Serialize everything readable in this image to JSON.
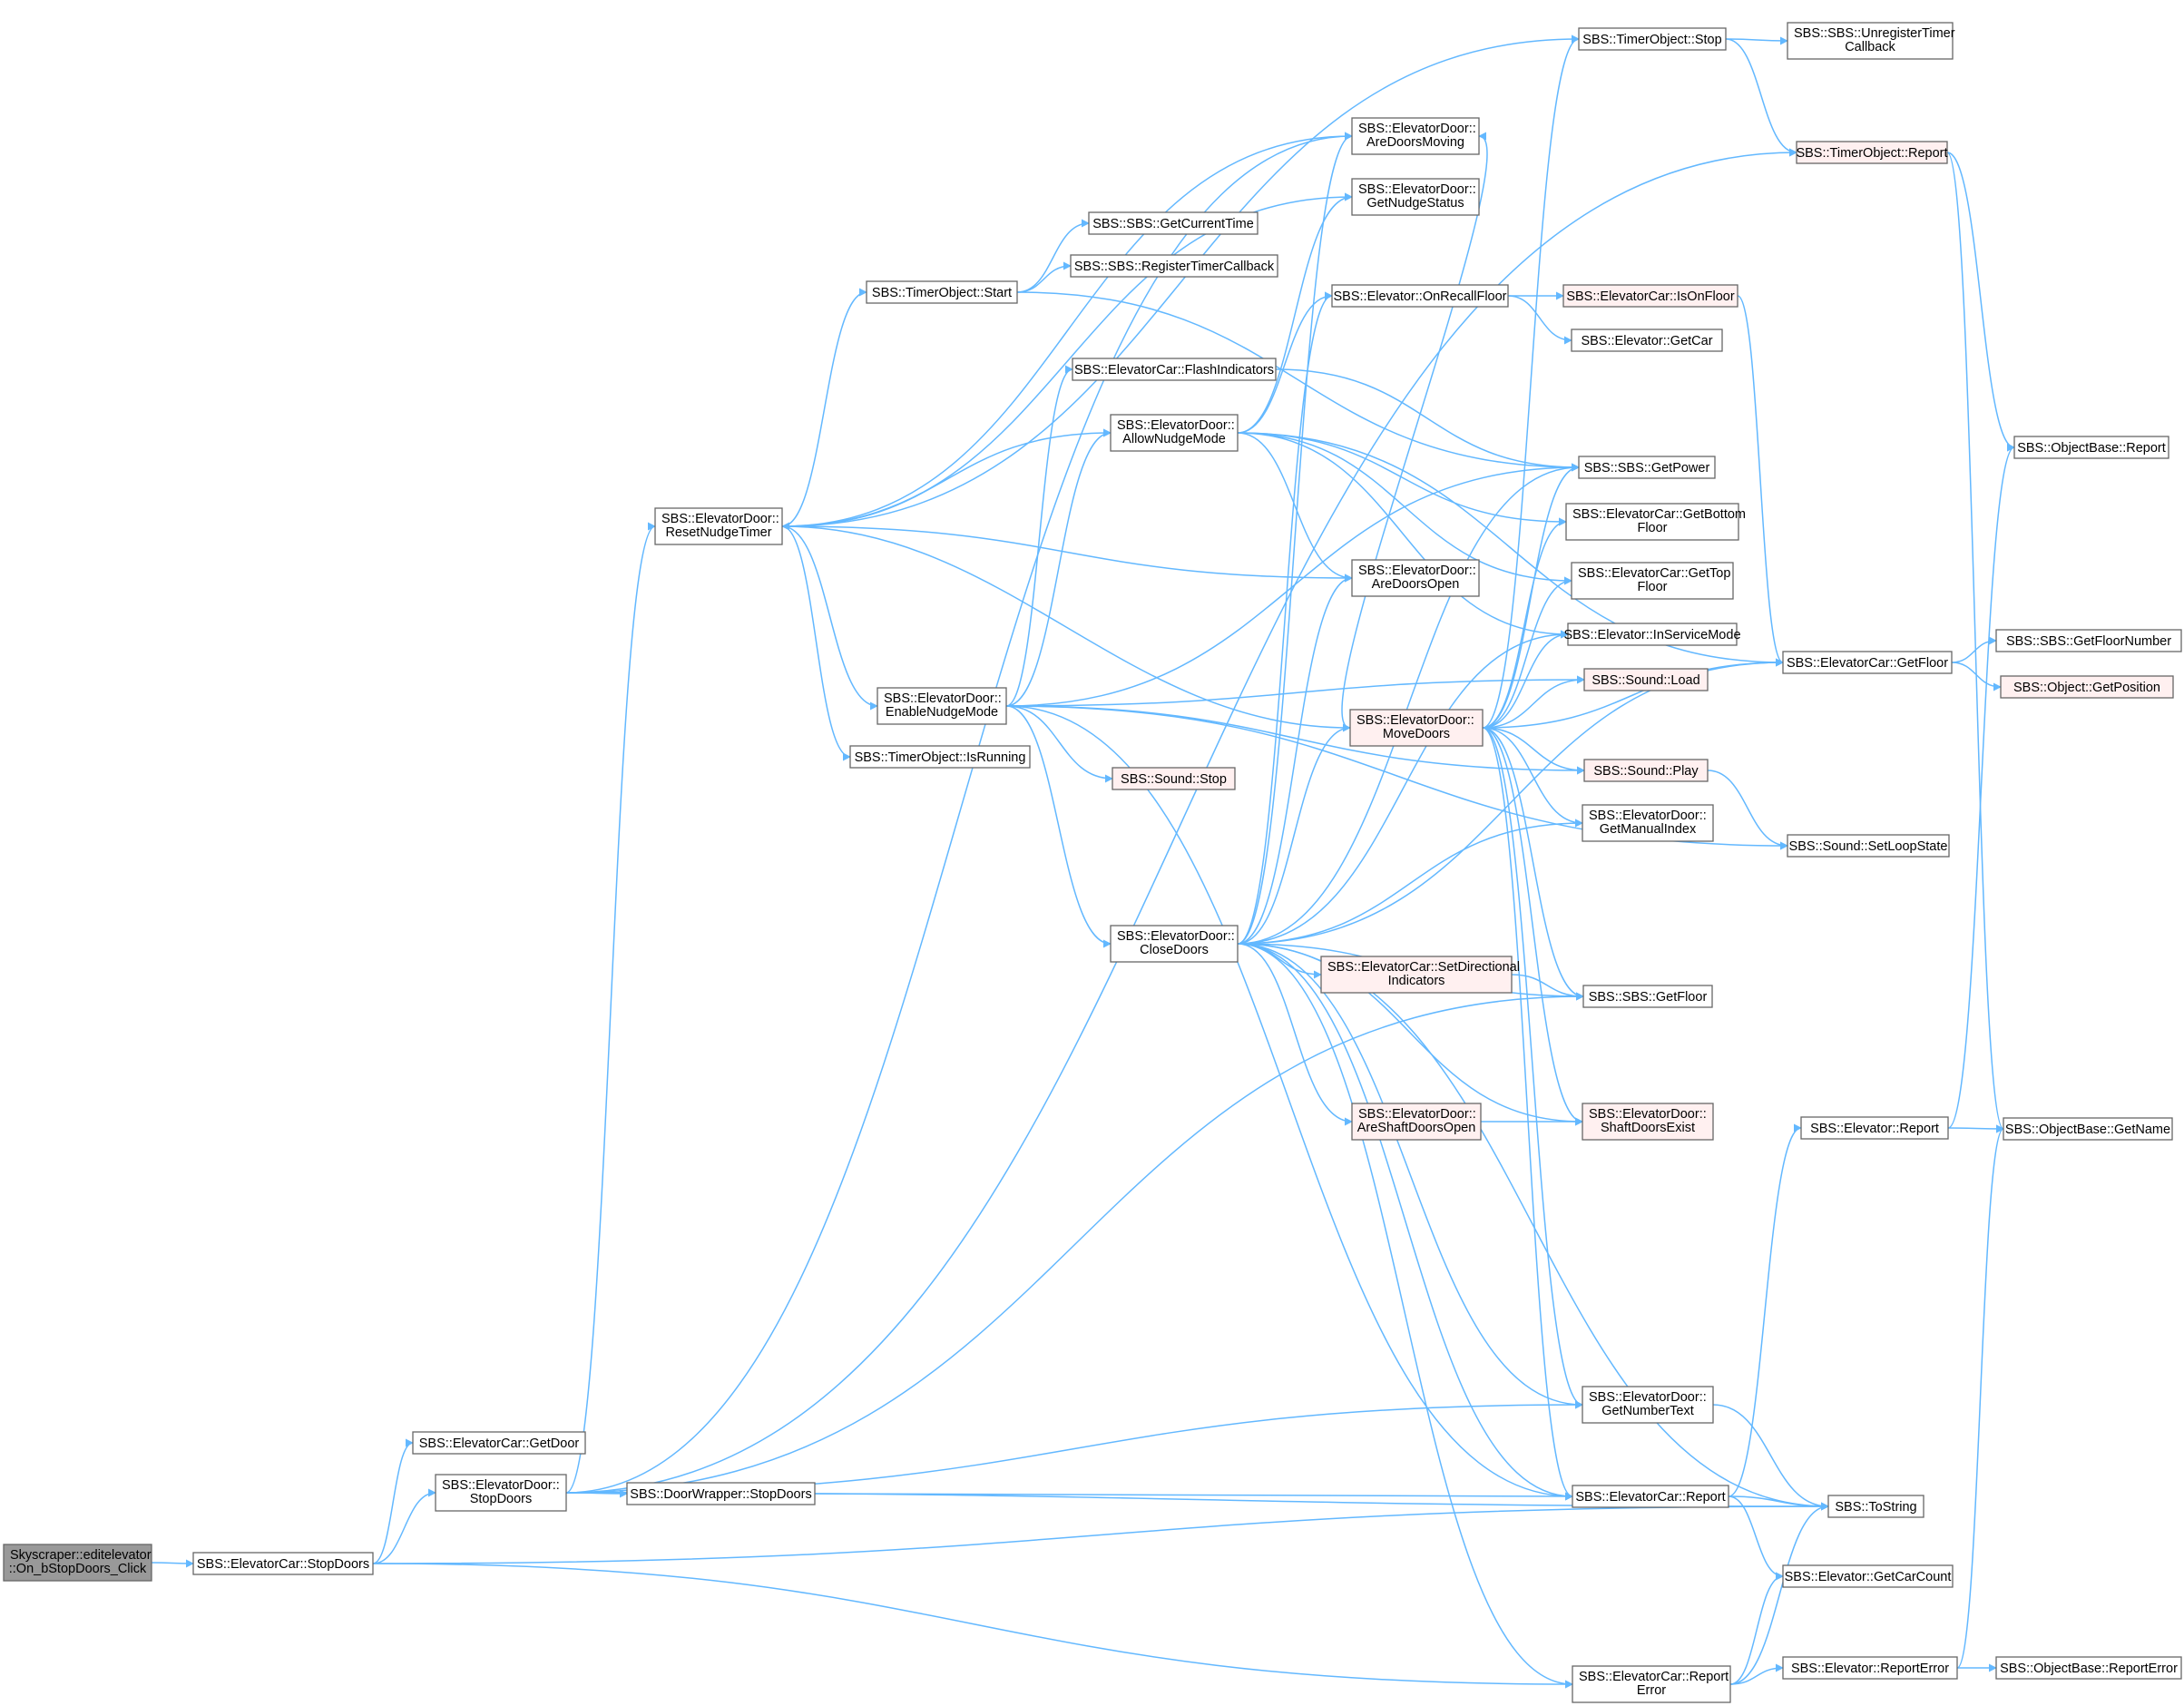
{
  "colors": {
    "edge": "#63b8ff",
    "node_fill": "#ffffff",
    "node_border": "#666666",
    "root_fill": "#999999",
    "truncated_fill": "#fff0f0",
    "truncated_border": "#ff0000"
  },
  "nodes": [
    {
      "id": "root",
      "lines": [
        "Skyscraper::editelevator",
        "::On_bStopDoors_Click"
      ],
      "style": "root"
    },
    {
      "id": "car_stopdoors",
      "lines": [
        "SBS::ElevatorCar::StopDoors"
      ],
      "style": "normal"
    },
    {
      "id": "car_getdoor",
      "lines": [
        "SBS::ElevatorCar::GetDoor"
      ],
      "style": "normal"
    },
    {
      "id": "door_stopdoors",
      "lines": [
        "SBS::ElevatorDoor::",
        "StopDoors"
      ],
      "style": "normal"
    },
    {
      "id": "wrapper_stopdoors",
      "lines": [
        "SBS::DoorWrapper::StopDoors"
      ],
      "style": "normal"
    },
    {
      "id": "reset_nudge",
      "lines": [
        "SBS::ElevatorDoor::",
        "ResetNudgeTimer"
      ],
      "style": "normal"
    },
    {
      "id": "timer_start",
      "lines": [
        "SBS::TimerObject::Start"
      ],
      "style": "normal"
    },
    {
      "id": "get_current_time",
      "lines": [
        "SBS::SBS::GetCurrentTime"
      ],
      "style": "normal"
    },
    {
      "id": "register_timer",
      "lines": [
        "SBS::SBS::RegisterTimerCallback"
      ],
      "style": "normal"
    },
    {
      "id": "enable_nudge",
      "lines": [
        "SBS::ElevatorDoor::",
        "EnableNudgeMode"
      ],
      "style": "normal"
    },
    {
      "id": "timer_isrunning",
      "lines": [
        "SBS::TimerObject::IsRunning"
      ],
      "style": "normal"
    },
    {
      "id": "flash_ind",
      "lines": [
        "SBS::ElevatorCar::FlashIndicators"
      ],
      "style": "normal"
    },
    {
      "id": "allow_nudge",
      "lines": [
        "SBS::ElevatorDoor::",
        "AllowNudgeMode"
      ],
      "style": "normal"
    },
    {
      "id": "sound_stop",
      "lines": [
        "SBS::Sound::Stop"
      ],
      "style": "truncated"
    },
    {
      "id": "close_doors",
      "lines": [
        "SBS::ElevatorDoor::",
        "CloseDoors"
      ],
      "style": "normal"
    },
    {
      "id": "timer_stop",
      "lines": [
        "SBS::TimerObject::Stop"
      ],
      "style": "normal"
    },
    {
      "id": "unregister_timer",
      "lines": [
        "SBS::SBS::UnregisterTimer",
        "Callback"
      ],
      "style": "normal"
    },
    {
      "id": "timer_report",
      "lines": [
        "SBS::TimerObject::Report"
      ],
      "style": "truncated"
    },
    {
      "id": "doors_moving",
      "lines": [
        "SBS::ElevatorDoor::",
        "AreDoorsMoving"
      ],
      "style": "normal"
    },
    {
      "id": "nudge_status",
      "lines": [
        "SBS::ElevatorDoor::",
        "GetNudgeStatus"
      ],
      "style": "normal"
    },
    {
      "id": "on_recall",
      "lines": [
        "SBS::Elevator::OnRecallFloor"
      ],
      "style": "normal"
    },
    {
      "id": "car_isonfloor",
      "lines": [
        "SBS::ElevatorCar::IsOnFloor"
      ],
      "style": "truncated"
    },
    {
      "id": "elev_getcar",
      "lines": [
        "SBS::Elevator::GetCar"
      ],
      "style": "normal"
    },
    {
      "id": "get_power",
      "lines": [
        "SBS::SBS::GetPower"
      ],
      "style": "normal"
    },
    {
      "id": "bottom_floor",
      "lines": [
        "SBS::ElevatorCar::GetBottom",
        "Floor"
      ],
      "style": "normal"
    },
    {
      "id": "top_floor",
      "lines": [
        "SBS::ElevatorCar::GetTop",
        "Floor"
      ],
      "style": "normal"
    },
    {
      "id": "doors_open",
      "lines": [
        "SBS::ElevatorDoor::",
        "AreDoorsOpen"
      ],
      "style": "normal"
    },
    {
      "id": "inservice",
      "lines": [
        "SBS::Elevator::InServiceMode"
      ],
      "style": "normal"
    },
    {
      "id": "sound_load",
      "lines": [
        "SBS::Sound::Load"
      ],
      "style": "truncated"
    },
    {
      "id": "move_doors",
      "lines": [
        "SBS::ElevatorDoor::",
        "MoveDoors"
      ],
      "style": "truncated"
    },
    {
      "id": "sound_play",
      "lines": [
        "SBS::Sound::Play"
      ],
      "style": "truncated"
    },
    {
      "id": "manual_index",
      "lines": [
        "SBS::ElevatorDoor::",
        "GetManualIndex"
      ],
      "style": "normal"
    },
    {
      "id": "set_dir_ind",
      "lines": [
        "SBS::ElevatorCar::SetDirectional",
        "Indicators"
      ],
      "style": "truncated"
    },
    {
      "id": "sbs_getfloor",
      "lines": [
        "SBS::SBS::GetFloor"
      ],
      "style": "normal"
    },
    {
      "id": "shaft_open",
      "lines": [
        "SBS::ElevatorDoor::",
        "AreShaftDoorsOpen"
      ],
      "style": "truncated"
    },
    {
      "id": "shaft_exist",
      "lines": [
        "SBS::ElevatorDoor::",
        "ShaftDoorsExist"
      ],
      "style": "truncated"
    },
    {
      "id": "number_text",
      "lines": [
        "SBS::ElevatorDoor::",
        "GetNumberText"
      ],
      "style": "normal"
    },
    {
      "id": "car_report",
      "lines": [
        "SBS::ElevatorCar::Report"
      ],
      "style": "normal"
    },
    {
      "id": "car_report_error",
      "lines": [
        "SBS::ElevatorCar::Report",
        "Error"
      ],
      "style": "normal"
    },
    {
      "id": "car_getfloor",
      "lines": [
        "SBS::ElevatorCar::GetFloor"
      ],
      "style": "normal"
    },
    {
      "id": "loop_state",
      "lines": [
        "SBS::Sound::SetLoopState"
      ],
      "style": "normal"
    },
    {
      "id": "elev_report",
      "lines": [
        "SBS::Elevator::Report"
      ],
      "style": "normal"
    },
    {
      "id": "tostring",
      "lines": [
        "SBS::ToString"
      ],
      "style": "normal"
    },
    {
      "id": "car_count",
      "lines": [
        "SBS::Elevator::GetCarCount"
      ],
      "style": "normal"
    },
    {
      "id": "elev_report_error",
      "lines": [
        "SBS::Elevator::ReportError"
      ],
      "style": "normal"
    },
    {
      "id": "ob_report",
      "lines": [
        "SBS::ObjectBase::Report"
      ],
      "style": "normal"
    },
    {
      "id": "floor_number",
      "lines": [
        "SBS::SBS::GetFloorNumber"
      ],
      "style": "normal"
    },
    {
      "id": "obj_getposition",
      "lines": [
        "SBS::Object::GetPosition"
      ],
      "style": "truncated"
    },
    {
      "id": "ob_getname",
      "lines": [
        "SBS::ObjectBase::GetName"
      ],
      "style": "normal"
    },
    {
      "id": "ob_report_error",
      "lines": [
        "SBS::ObjectBase::ReportError"
      ],
      "style": "normal"
    }
  ],
  "edges": [
    [
      "root",
      "car_stopdoors"
    ],
    [
      "car_stopdoors",
      "car_getdoor"
    ],
    [
      "car_stopdoors",
      "door_stopdoors"
    ],
    [
      "car_stopdoors",
      "tostring"
    ],
    [
      "car_stopdoors",
      "car_report_error"
    ],
    [
      "door_stopdoors",
      "wrapper_stopdoors"
    ],
    [
      "door_stopdoors",
      "reset_nudge"
    ],
    [
      "door_stopdoors",
      "timer_report"
    ],
    [
      "door_stopdoors",
      "doors_moving"
    ],
    [
      "door_stopdoors",
      "sbs_getfloor"
    ],
    [
      "door_stopdoors",
      "number_text"
    ],
    [
      "door_stopdoors",
      "car_report"
    ],
    [
      "door_stopdoors",
      "tostring"
    ],
    [
      "reset_nudge",
      "timer_stop"
    ],
    [
      "reset_nudge",
      "doors_moving"
    ],
    [
      "reset_nudge",
      "nudge_status"
    ],
    [
      "reset_nudge",
      "timer_start"
    ],
    [
      "reset_nudge",
      "allow_nudge"
    ],
    [
      "reset_nudge",
      "doors_open"
    ],
    [
      "reset_nudge",
      "enable_nudge"
    ],
    [
      "reset_nudge",
      "timer_isrunning"
    ],
    [
      "timer_start",
      "get_current_time"
    ],
    [
      "timer_start",
      "register_timer"
    ],
    [
      "timer_start",
      "get_power"
    ],
    [
      "timer_stop",
      "unregister_timer"
    ],
    [
      "timer_stop",
      "timer_report"
    ],
    [
      "timer_report",
      "ob_report"
    ],
    [
      "timer_report",
      "ob_getname"
    ],
    [
      "enable_nudge",
      "flash_ind"
    ],
    [
      "enable_nudge",
      "allow_nudge"
    ],
    [
      "enable_nudge",
      "sound_stop"
    ],
    [
      "enable_nudge",
      "close_doors"
    ],
    [
      "enable_nudge",
      "get_power"
    ],
    [
      "enable_nudge",
      "sound_load"
    ],
    [
      "enable_nudge",
      "sound_play"
    ],
    [
      "enable_nudge",
      "loop_state"
    ],
    [
      "enable_nudge",
      "car_report"
    ],
    [
      "flash_ind",
      "get_power"
    ],
    [
      "allow_nudge",
      "on_recall"
    ],
    [
      "allow_nudge",
      "car_getfloor"
    ],
    [
      "allow_nudge",
      "bottom_floor"
    ],
    [
      "allow_nudge",
      "top_floor"
    ],
    [
      "allow_nudge",
      "doors_open"
    ],
    [
      "allow_nudge",
      "inservice"
    ],
    [
      "allow_nudge",
      "nudge_status"
    ],
    [
      "on_recall",
      "car_isonfloor"
    ],
    [
      "on_recall",
      "elev_getcar"
    ],
    [
      "car_isonfloor",
      "car_getfloor"
    ],
    [
      "close_doors",
      "move_doors"
    ],
    [
      "close_doors",
      "manual_index"
    ],
    [
      "close_doors",
      "set_dir_ind"
    ],
    [
      "close_doors",
      "sbs_getfloor"
    ],
    [
      "close_doors",
      "shaft_open"
    ],
    [
      "close_doors",
      "shaft_exist"
    ],
    [
      "close_doors",
      "number_text"
    ],
    [
      "close_doors",
      "car_report"
    ],
    [
      "close_doors",
      "car_report_error"
    ],
    [
      "close_doors",
      "tostring"
    ],
    [
      "close_doors",
      "doors_open"
    ],
    [
      "close_doors",
      "on_recall"
    ],
    [
      "close_doors",
      "get_power"
    ],
    [
      "close_doors",
      "inservice"
    ],
    [
      "close_doors",
      "car_getfloor"
    ],
    [
      "close_doors",
      "doors_moving"
    ],
    [
      "move_doors",
      "reset_nudge"
    ],
    [
      "move_doors",
      "timer_stop"
    ],
    [
      "move_doors",
      "get_power"
    ],
    [
      "move_doors",
      "bottom_floor"
    ],
    [
      "move_doors",
      "top_floor"
    ],
    [
      "move_doors",
      "inservice"
    ],
    [
      "move_doors",
      "sound_load"
    ],
    [
      "move_doors",
      "sound_play"
    ],
    [
      "move_doors",
      "car_getfloor"
    ],
    [
      "move_doors",
      "manual_index"
    ],
    [
      "move_doors",
      "sbs_getfloor"
    ],
    [
      "move_doors",
      "shaft_exist"
    ],
    [
      "move_doors",
      "number_text"
    ],
    [
      "move_doors",
      "car_report"
    ],
    [
      "move_doors",
      "doors_moving"
    ],
    [
      "set_dir_ind",
      "sbs_getfloor"
    ],
    [
      "shaft_open",
      "shaft_exist"
    ],
    [
      "sound_play",
      "loop_state"
    ],
    [
      "number_text",
      "tostring"
    ],
    [
      "car_report",
      "tostring"
    ],
    [
      "car_report",
      "elev_report"
    ],
    [
      "car_report",
      "car_count"
    ],
    [
      "car_report_error",
      "tostring"
    ],
    [
      "car_report_error",
      "car_count"
    ],
    [
      "car_report_error",
      "elev_report_error"
    ],
    [
      "car_getfloor",
      "floor_number"
    ],
    [
      "car_getfloor",
      "obj_getposition"
    ],
    [
      "elev_report",
      "ob_report"
    ],
    [
      "elev_report",
      "ob_getname"
    ],
    [
      "elev_report_error",
      "ob_report_error"
    ],
    [
      "elev_report_error",
      "ob_getname"
    ]
  ]
}
